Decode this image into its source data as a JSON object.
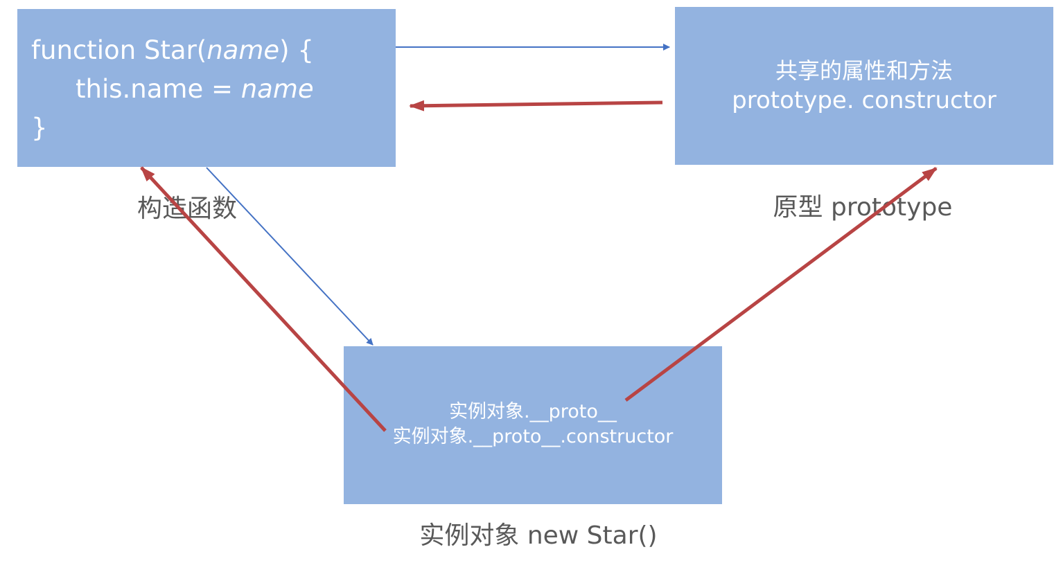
{
  "colors": {
    "box_fill": "#93b3e0",
    "box_text": "#ffffff",
    "caption_text": "#595959",
    "blue_arrow": "#4472c4",
    "red_arrow": "#b84444"
  },
  "constructor_box": {
    "line1_prefix": "function Star(",
    "line1_param": "name",
    "line1_suffix": ") {",
    "line2_prefix": "this.name = ",
    "line2_value": "name",
    "line3": "}"
  },
  "prototype_box": {
    "line1": "共享的属性和方法",
    "line2": "prototype. constructor"
  },
  "instance_box": {
    "line1": "实例对象.__proto__",
    "line2": "实例对象.__proto__.constructor"
  },
  "captions": {
    "constructor": "构造函数",
    "prototype": "原型 prototype",
    "instance": "实例对象 new Star()"
  }
}
